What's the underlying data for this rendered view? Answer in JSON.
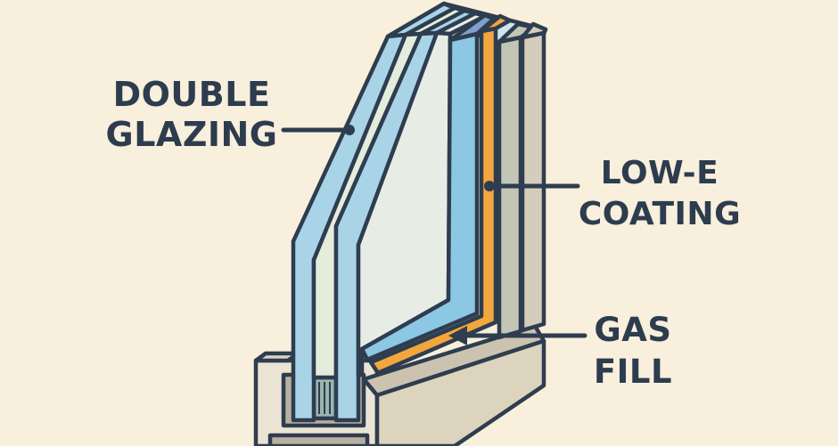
{
  "labels": {
    "double_glazing": {
      "line1": "DOUBLE",
      "line2": "GLAZING"
    },
    "low_e_coating": {
      "line1": "LOW-E",
      "line2": "COATING"
    },
    "gas_fill": {
      "line1": "GAS",
      "line2": "FILL"
    }
  },
  "colors": {
    "background": "#f8efdc",
    "outline": "#2e3d4f",
    "label_text": "#2d3c4e",
    "glass_edge_blue": "#a9d4e8",
    "inner_pane_blue": "#8cc7e4",
    "glass_face": "#e7ede5",
    "pane_gap_mint": "#e4ecdc",
    "low_e_orange": "#f2a63d",
    "spacer_top_steel_blue": "#7fa0cc",
    "spacer_teal": "#9ab5ae",
    "top_face_light_blue": "#cfe4ec",
    "frame_jamb_gray": "#c3c5b7",
    "frame_jamb_tan": "#d5cdbb",
    "sill_top": "#cbc3b0",
    "sill_front": "#ddd4be",
    "sill_cut_face": "#ebe4d4",
    "sill_cavity": "#b8b09e"
  }
}
